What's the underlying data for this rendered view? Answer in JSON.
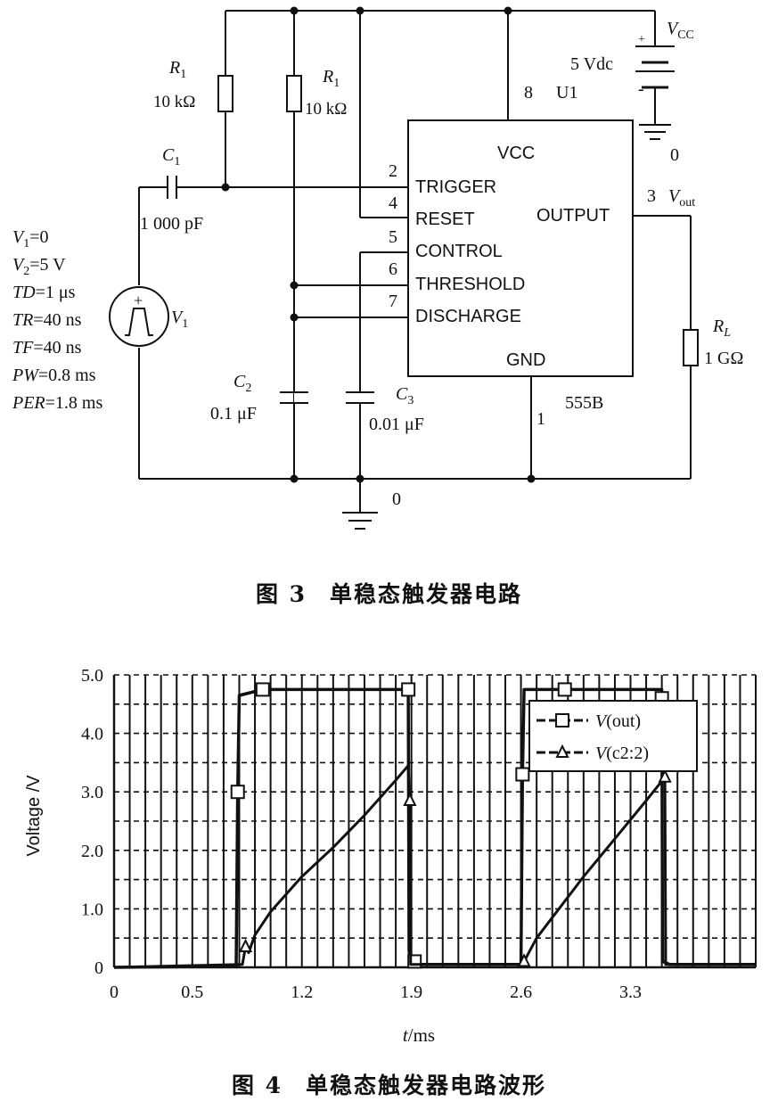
{
  "figure3": {
    "caption_num": "图 3",
    "caption_text": "单稳态触发器电路",
    "ic": {
      "ref": "U1",
      "part": "555B",
      "pins": [
        {
          "num": "8",
          "name": "VCC"
        },
        {
          "num": "2",
          "name": "TRIGGER"
        },
        {
          "num": "4",
          "name": "RESET"
        },
        {
          "num": "5",
          "name": "CONTROL"
        },
        {
          "num": "6",
          "name": "THRESHOLD"
        },
        {
          "num": "7",
          "name": "DISCHARGE"
        },
        {
          "num": "3",
          "name": "OUTPUT"
        },
        {
          "num": "1",
          "name": "GND"
        }
      ]
    },
    "components": {
      "r1a": {
        "name": "R",
        "sub": "1",
        "value": "10 kΩ"
      },
      "r1b": {
        "name": "R",
        "sub": "1",
        "value": "10 kΩ"
      },
      "c1": {
        "name": "C",
        "sub": "1",
        "value": "1 000 pF"
      },
      "c2": {
        "name": "C",
        "sub": "2",
        "value": "0.1 μF"
      },
      "c3": {
        "name": "C",
        "sub": "3",
        "value": "0.01 μF"
      },
      "rl": {
        "name": "R",
        "sub": "L",
        "value": "1 GΩ"
      },
      "vcc": {
        "name": "V",
        "sub": "CC",
        "value": "5 Vdc",
        "plus": "+",
        "minus": "-"
      },
      "vout": {
        "name": "V",
        "sub": "out"
      },
      "v1": {
        "name": "V",
        "sub": "1",
        "plus": "+"
      }
    },
    "ground_labels": {
      "supply": "0",
      "main": "0"
    },
    "source_params": [
      {
        "name": "V",
        "sub": "1",
        "val": "=0"
      },
      {
        "name": "V",
        "sub": "2",
        "val": "=5 V"
      },
      {
        "name": "TD",
        "val": "=1 μs"
      },
      {
        "name": "TR",
        "val": "=40 ns"
      },
      {
        "name": "TF",
        "val": "=40 ns"
      },
      {
        "name": "PW",
        "val": "=0.8 ms"
      },
      {
        "name": "PER",
        "val": "=1.8 ms"
      }
    ]
  },
  "figure4": {
    "caption_num": "图 4",
    "caption_text": "单稳态触发器电路波形",
    "chart_data": {
      "type": "line",
      "xlabel_italic": "t",
      "xlabel_unit": "/ms",
      "ylabel": "Voltage /V",
      "xlim": [
        0,
        4.1
      ],
      "ylim": [
        0,
        5.0
      ],
      "x_ticks": [
        "0",
        "0.5",
        "1.2",
        "1.9",
        "2.6",
        "3.3"
      ],
      "y_ticks": [
        "0",
        "1.0",
        "2.0",
        "3.0",
        "4.0",
        "5.0"
      ],
      "grid": true,
      "legend_placement": "top-right",
      "series": [
        {
          "name": "V(out)",
          "legend_italic": "V",
          "legend_rest": "(out)",
          "marker": "square",
          "points": [
            [
              0,
              0
            ],
            [
              0.78,
              0.02
            ],
            [
              0.79,
              3.0
            ],
            [
              0.8,
              4.65
            ],
            [
              0.95,
              4.75
            ],
            [
              1.88,
              4.75
            ],
            [
              1.885,
              0.3
            ],
            [
              1.89,
              0.1
            ],
            [
              1.93,
              0.1
            ],
            [
              1.94,
              0.05
            ],
            [
              2.6,
              0.05
            ],
            [
              2.61,
              3.3
            ],
            [
              2.62,
              4.75
            ],
            [
              3.5,
              4.75
            ],
            [
              3.505,
              0.1
            ],
            [
              3.55,
              0.05
            ],
            [
              3.58,
              0.05
            ],
            [
              4.1,
              0.05
            ]
          ],
          "markers": [
            [
              0.79,
              3.0
            ],
            [
              0.95,
              4.75
            ],
            [
              1.88,
              4.75
            ],
            [
              1.92,
              0.1
            ],
            [
              2.61,
              3.3
            ],
            [
              2.88,
              4.75
            ],
            [
              3.5,
              4.6
            ]
          ]
        },
        {
          "name": "V(c2:2)",
          "legend_italic": "V",
          "legend_rest": "(c2:2)",
          "marker": "triangle",
          "points": [
            [
              0,
              0
            ],
            [
              0.82,
              0.05
            ],
            [
              0.84,
              0.35
            ],
            [
              0.86,
              0.25
            ],
            [
              0.9,
              0.55
            ],
            [
              1.0,
              0.95
            ],
            [
              1.2,
              1.55
            ],
            [
              1.4,
              2.05
            ],
            [
              1.6,
              2.6
            ],
            [
              1.8,
              3.2
            ],
            [
              1.88,
              3.45
            ],
            [
              1.89,
              2.85
            ],
            [
              1.895,
              0.05
            ],
            [
              2.6,
              0.05
            ],
            [
              2.62,
              0.1
            ],
            [
              2.7,
              0.5
            ],
            [
              2.8,
              0.85
            ],
            [
              3.0,
              1.55
            ],
            [
              3.2,
              2.2
            ],
            [
              3.4,
              2.85
            ],
            [
              3.52,
              3.25
            ],
            [
              3.525,
              0.05
            ],
            [
              4.1,
              0.05
            ]
          ],
          "markers": [
            [
              0.84,
              0.35
            ],
            [
              1.89,
              2.85
            ],
            [
              2.62,
              0.1
            ],
            [
              3.52,
              3.25
            ]
          ]
        }
      ]
    }
  }
}
